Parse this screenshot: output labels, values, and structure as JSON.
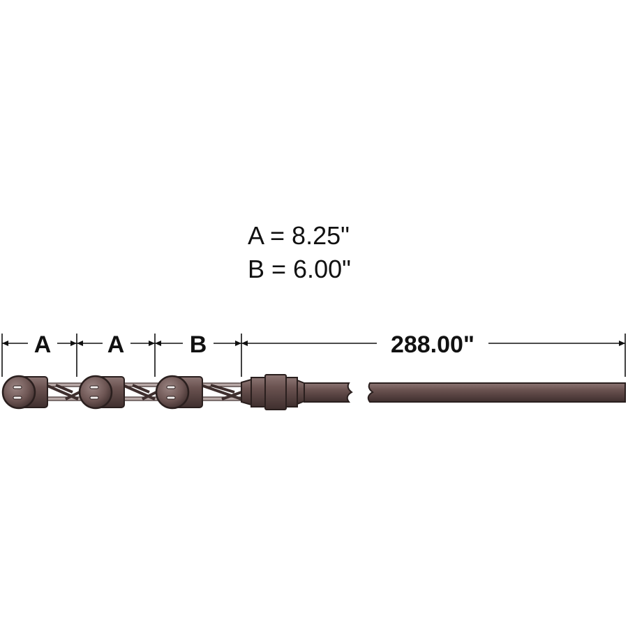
{
  "legend": {
    "line_a": "A = 8.25\"",
    "line_b": "B = 6.00\""
  },
  "dimensions": {
    "a1": "A",
    "a2": "A",
    "b": "B",
    "lead_length": "288.00\""
  },
  "colors": {
    "cable": "#6b5351",
    "cable_dark": "#3f2f2e",
    "cable_light": "#8c7573",
    "wire": "#9a8a88",
    "ink": "#111111"
  }
}
